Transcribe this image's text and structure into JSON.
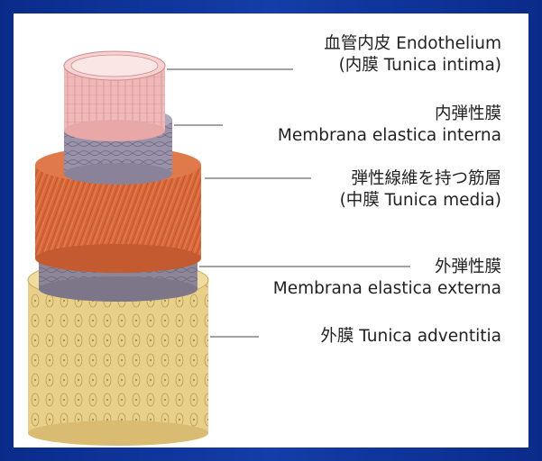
{
  "labels": {
    "endothelium": {
      "line1": "血管内皮 Endothelium",
      "line2": "(内膜 Tunica intima)"
    },
    "elastica_interna": {
      "line1": "内弾性膜",
      "line2": "Membrana elastica interna"
    },
    "media": {
      "line1": "弾性線維を持つ筋層",
      "line2": "(中膜 Tunica media)"
    },
    "elastica_externa": {
      "line1": "外弾性膜",
      "line2": "Membrana elastica externa"
    },
    "adventitia": {
      "line1": "外膜 Tunica adventitia"
    }
  },
  "colors": {
    "background": "#0b2b8a",
    "panel": "#ffffff",
    "intima": "#f0b8b8",
    "interna": "#9a92a8",
    "media": "#d8683a",
    "externa": "#8c8696",
    "adventitia": "#e8d08a",
    "leader": "#444444"
  }
}
